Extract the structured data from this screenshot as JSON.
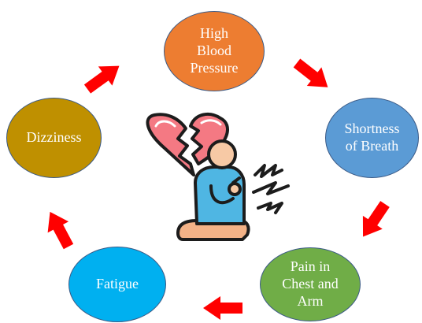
{
  "diagram": {
    "nodes": [
      {
        "id": "n-hbp",
        "label": "High\nBlood\nPressure",
        "color": "#ED7D31"
      },
      {
        "id": "n-sob",
        "label": "Shortness\nof Breath",
        "color": "#5B9BD5"
      },
      {
        "id": "n-pain",
        "label": "Pain in\nChest and\nArm",
        "color": "#70AD47"
      },
      {
        "id": "n-fat",
        "label": "Fatigue",
        "color": "#00B0F0"
      },
      {
        "id": "n-diz",
        "label": "Dizziness",
        "color": "#BF9000"
      }
    ],
    "arrow_color": "#FF0000",
    "center_icon": "broken-heart-person-pain-icon"
  }
}
